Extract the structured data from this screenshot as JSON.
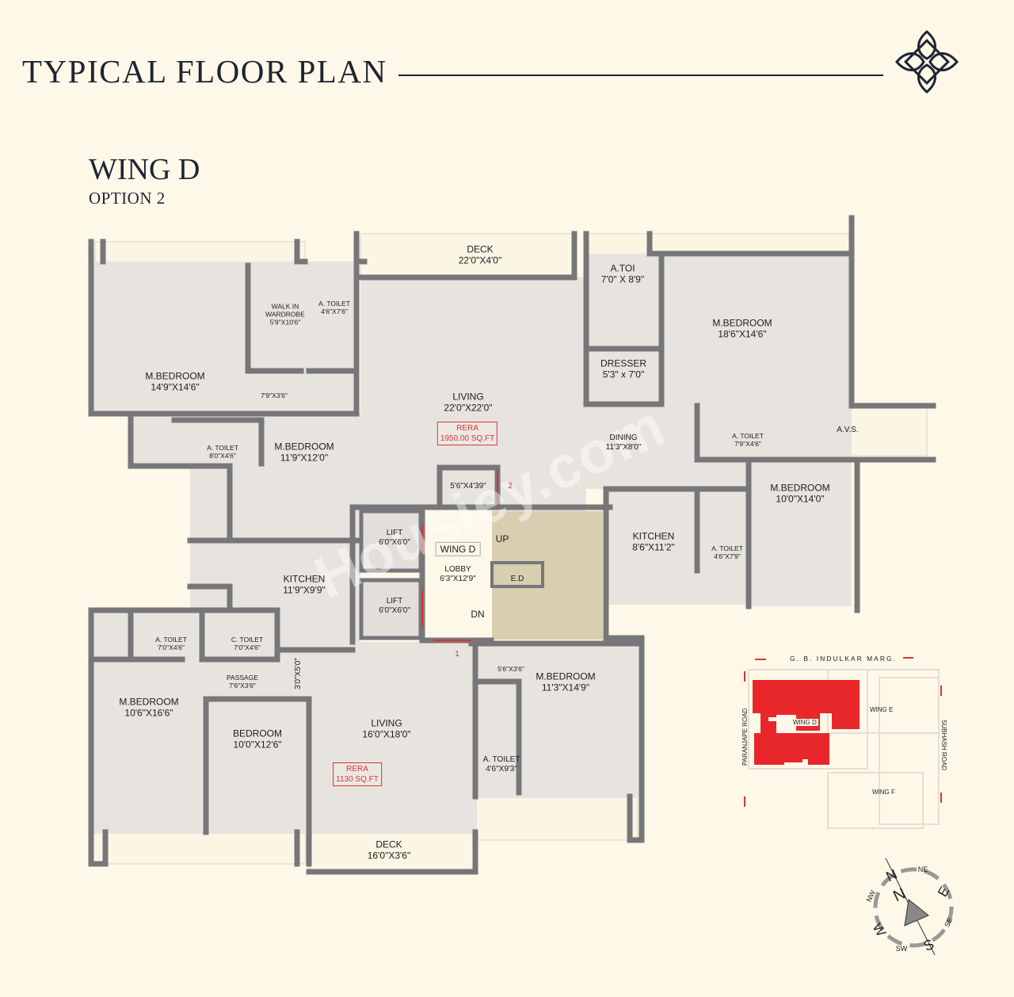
{
  "header": {
    "title": "TYPICAL FLOOR PLAN",
    "logo_icon": "quatrefoil-logo-icon"
  },
  "wing": {
    "title": "WING D",
    "subtitle": "OPTION 2"
  },
  "colors": {
    "wall": "#77777a",
    "floor": "#e7e4e0",
    "background": "#fdf8e8",
    "shaft": "#d8ceb0",
    "rera": "#dd3333",
    "key_wing": "#e8272a"
  },
  "rooms": [
    {
      "name": "DECK",
      "dim": "22'0\"X4'0\""
    },
    {
      "name": "A.TOI",
      "dim": "7'0\" X 8'9\""
    },
    {
      "name": "M.BEDROOM",
      "dim": "18'6\"X14'6\""
    },
    {
      "name": "DRESSER",
      "dim": "5'3\" x 7'0\""
    },
    {
      "name": "WALK IN WARDROBE",
      "dim": "5'9\"X10'6\""
    },
    {
      "name": "A. TOILET",
      "dim": "4'6\"X7'6\""
    },
    {
      "name": "M.BEDROOM",
      "dim": "14'9\"X14'6\""
    },
    {
      "name": "",
      "dim": "7'9\"X3'6\""
    },
    {
      "name": "LIVING",
      "dim": "22'0\"X22'0\""
    },
    {
      "name": "A. TOILET",
      "dim": "7'9\"X4'6\""
    },
    {
      "name": "A.V.S.",
      "dim": ""
    },
    {
      "name": "DINING",
      "dim": "11'3\"X8'0\""
    },
    {
      "name": "A. TOILET",
      "dim": "8'0\"X4'6\""
    },
    {
      "name": "M.BEDROOM",
      "dim": "11'9\"X12'0\""
    },
    {
      "name": "M.BEDROOM",
      "dim": "10'0\"X14'0\""
    },
    {
      "name": "",
      "dim": "5'6\"X4'39\""
    },
    {
      "name": "LIFT",
      "dim": "6'0\"X6'0\""
    },
    {
      "name": "KITCHEN",
      "dim": "8'6\"X11'2\""
    },
    {
      "name": "A. TOILET",
      "dim": "4'6\"X7'9\""
    },
    {
      "name": "KITCHEN",
      "dim": "11'9\"X9'9\""
    },
    {
      "name": "LIFT",
      "dim": "6'0\"X6'0\""
    },
    {
      "name": "A. TOILET",
      "dim": "7'0\"X4'6\""
    },
    {
      "name": "C. TOILET",
      "dim": "7'0\"X4'6\""
    },
    {
      "name": "PASSAGE",
      "dim": "7'6\"X3'6\""
    },
    {
      "name": "",
      "dim": "5'6\"X3'6\""
    },
    {
      "name": "M.BEDROOM",
      "dim": "11'3\"X14'9\""
    },
    {
      "name": "M.BEDROOM",
      "dim": "10'6\"X16'6\""
    },
    {
      "name": "BEDROOM",
      "dim": "10'0\"X12'6\""
    },
    {
      "name": "LIVING",
      "dim": "16'0\"X18'0\""
    },
    {
      "name": "A. TOILET",
      "dim": "4'6\"X9'3\""
    },
    {
      "name": "DECK",
      "dim": "16'0\"X3'6\""
    }
  ],
  "lobby": {
    "wing_label": "WING D",
    "name": "LOBBY",
    "dim": "6'3\"X12'9\"",
    "up": "UP",
    "down": "DN",
    "ed": "E.D",
    "vertical_dim": "3'0\"X5'0\"",
    "flat_1": "1",
    "flat_2": "2"
  },
  "rera": [
    {
      "label": "RERA",
      "area": "1950.00 SQ.FT"
    },
    {
      "label": "RERA",
      "area": "1130 SQ.FT"
    }
  ],
  "watermark": "Housiey.com",
  "key_plan": {
    "top_road": "G. B. INDULKAR MARG.",
    "left_road": "PARANJAPE ROAD",
    "right_road": "SUBHASH ROAD",
    "wings": [
      "WING D",
      "WING E",
      "WING F"
    ],
    "highlighted_wing": "WING D"
  },
  "compass": {
    "labels": [
      "N",
      "NE",
      "E",
      "SE",
      "S",
      "SW",
      "W",
      "NW"
    ],
    "icon": "compass-rose-icon"
  }
}
